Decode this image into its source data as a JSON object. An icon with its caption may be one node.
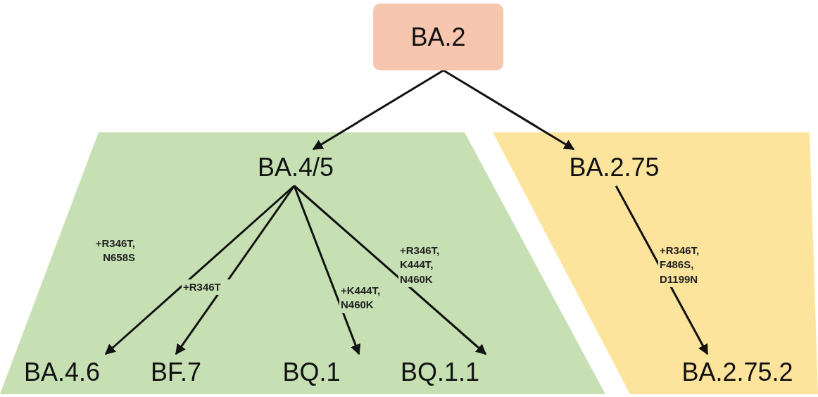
{
  "diagram": {
    "nodes": [
      {
        "text": [
          "BA.2"
        ]
      },
      {
        "text": [],
        "shape": "trapezoid"
      },
      {
        "text": [
          "BA.4/5"
        ],
        "in": 1
      },
      {
        "text": [
          "BA.4.6"
        ],
        "in": 1
      },
      {
        "text": [
          "BF.7"
        ],
        "in": 1
      },
      {
        "text": [
          "BQ.1"
        ],
        "in": 1
      },
      {
        "text": [
          "BQ.1.1"
        ],
        "in": 1
      },
      {
        "text": [],
        "shape": "parallelogram"
      },
      {
        "text": [
          "BA.2.75"
        ],
        "in": 7
      },
      {
        "text": [
          "BA.2.75.2"
        ],
        "in": 7
      }
    ],
    "edges": [
      {
        "from": 0,
        "to": 2,
        "arrow": "to"
      },
      {
        "from": 0,
        "to": 8,
        "arrow": "to"
      },
      {
        "from": 2,
        "to": 3,
        "arrow": "to",
        "label": "+R346T, N658S"
      },
      {
        "from": 2,
        "to": 4,
        "arrow": "to",
        "label": "+R346T"
      },
      {
        "from": 2,
        "to": 5,
        "arrow": "to",
        "label": "+K444T, N460K"
      },
      {
        "from": 2,
        "to": 6,
        "arrow": "to",
        "label": "+R346T, K444T, N460K"
      },
      {
        "from": 8,
        "to": 9,
        "arrow": "to",
        "label": "+R346T, F486S, D1199N"
      }
    ]
  }
}
